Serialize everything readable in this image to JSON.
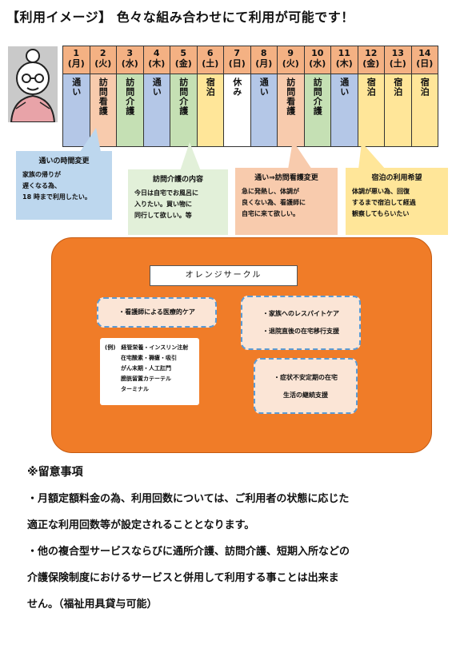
{
  "title": "【利用イメージ】 色々な組み合わせにて利用が可能です！",
  "calendar": [
    {
      "d": "1",
      "w": "(月)",
      "s": "通い",
      "c": "tsu"
    },
    {
      "d": "2",
      "w": "(火)",
      "s": "訪問看護",
      "c": "hom"
    },
    {
      "d": "3",
      "w": "(水)",
      "s": "訪問介護",
      "c": "kai"
    },
    {
      "d": "4",
      "w": "(木)",
      "s": "通い",
      "c": "tsu"
    },
    {
      "d": "5",
      "w": "(金)",
      "s": "訪問介護",
      "c": "kai"
    },
    {
      "d": "6",
      "w": "(土)",
      "s": "宿泊",
      "c": "shu"
    },
    {
      "d": "7",
      "w": "(日)",
      "s": "休み",
      "c": "yas"
    },
    {
      "d": "8",
      "w": "(月)",
      "s": "通い",
      "c": "tsu"
    },
    {
      "d": "9",
      "w": "(火)",
      "s": "訪問看護",
      "c": "hom"
    },
    {
      "d": "10",
      "w": "(水)",
      "s": "訪問介護",
      "c": "kai"
    },
    {
      "d": "11",
      "w": "(木)",
      "s": "通い",
      "c": "tsu"
    },
    {
      "d": "12",
      "w": "(金)",
      "s": "宿泊",
      "c": "shu"
    },
    {
      "d": "13",
      "w": "(土)",
      "s": "宿泊",
      "c": "shu"
    },
    {
      "d": "14",
      "w": "(日)",
      "s": "宿泊",
      "c": "shu"
    }
  ],
  "callouts": {
    "c1": {
      "title": "通いの時間変更",
      "l1": "家族の帰りが",
      "l2": "遅くなる為、",
      "l3": "18 時まで利用したい。"
    },
    "c2": {
      "title": "訪問介護の内容",
      "l1": "今日は自宅でお風呂に",
      "l2": "入りたい。買い物に",
      "l3": "同行して欲しい。等"
    },
    "c3": {
      "title": "通い⇒訪問看護変更",
      "l1": "急に発熱し、体調が",
      "l2": "良くない為、看護師に",
      "l3": "自宅に来て欲しい。"
    },
    "c4": {
      "title": "宿泊の利用希望",
      "l1": "体調が悪い為、回復",
      "l2": "するまで宿泊して経過",
      "l3": "観察してもらいたい"
    }
  },
  "circle": {
    "name": "オレンジサークル",
    "b1": "・看護師による医療的ケア",
    "ex": {
      "l1": "(例)　経管栄養・インスリン注射",
      "l2": "在宅酸素・褥瘡・吸引",
      "l3": "がん末期・人工肛門",
      "l4": "膀胱留置カテーテル",
      "l5": "ターミナル"
    },
    "b2": {
      "l1": "・家族へのレスパイトケア",
      "l2": "・退院直後の在宅移行支援"
    },
    "b3": {
      "l1": "・症状不安定期の在宅",
      "l2": "生活の継続支援"
    }
  },
  "notes": {
    "heading": "※留意事項",
    "l1": "・月額定額料金の為、利用回数については、ご利用者の状態に応じた",
    "l2": "適正な利用回数等が設定されることとなります。",
    "l3": "・他の複合型サービスならびに通所介護、訪問介護、短期入所などの",
    "l4": "介護保険制度におけるサービスと併用して利用する事ことは出来ま",
    "l5": "せん。（福祉用具貸与可能）"
  },
  "colors": {
    "tsu": "#b4c7e7",
    "hom": "#f8cbad",
    "kai": "#c5e0b4",
    "shu": "#ffe699",
    "header": "#f4b183",
    "circle": "#f07c28"
  },
  "icons": {
    "avatar": "elderly-person-icon"
  }
}
